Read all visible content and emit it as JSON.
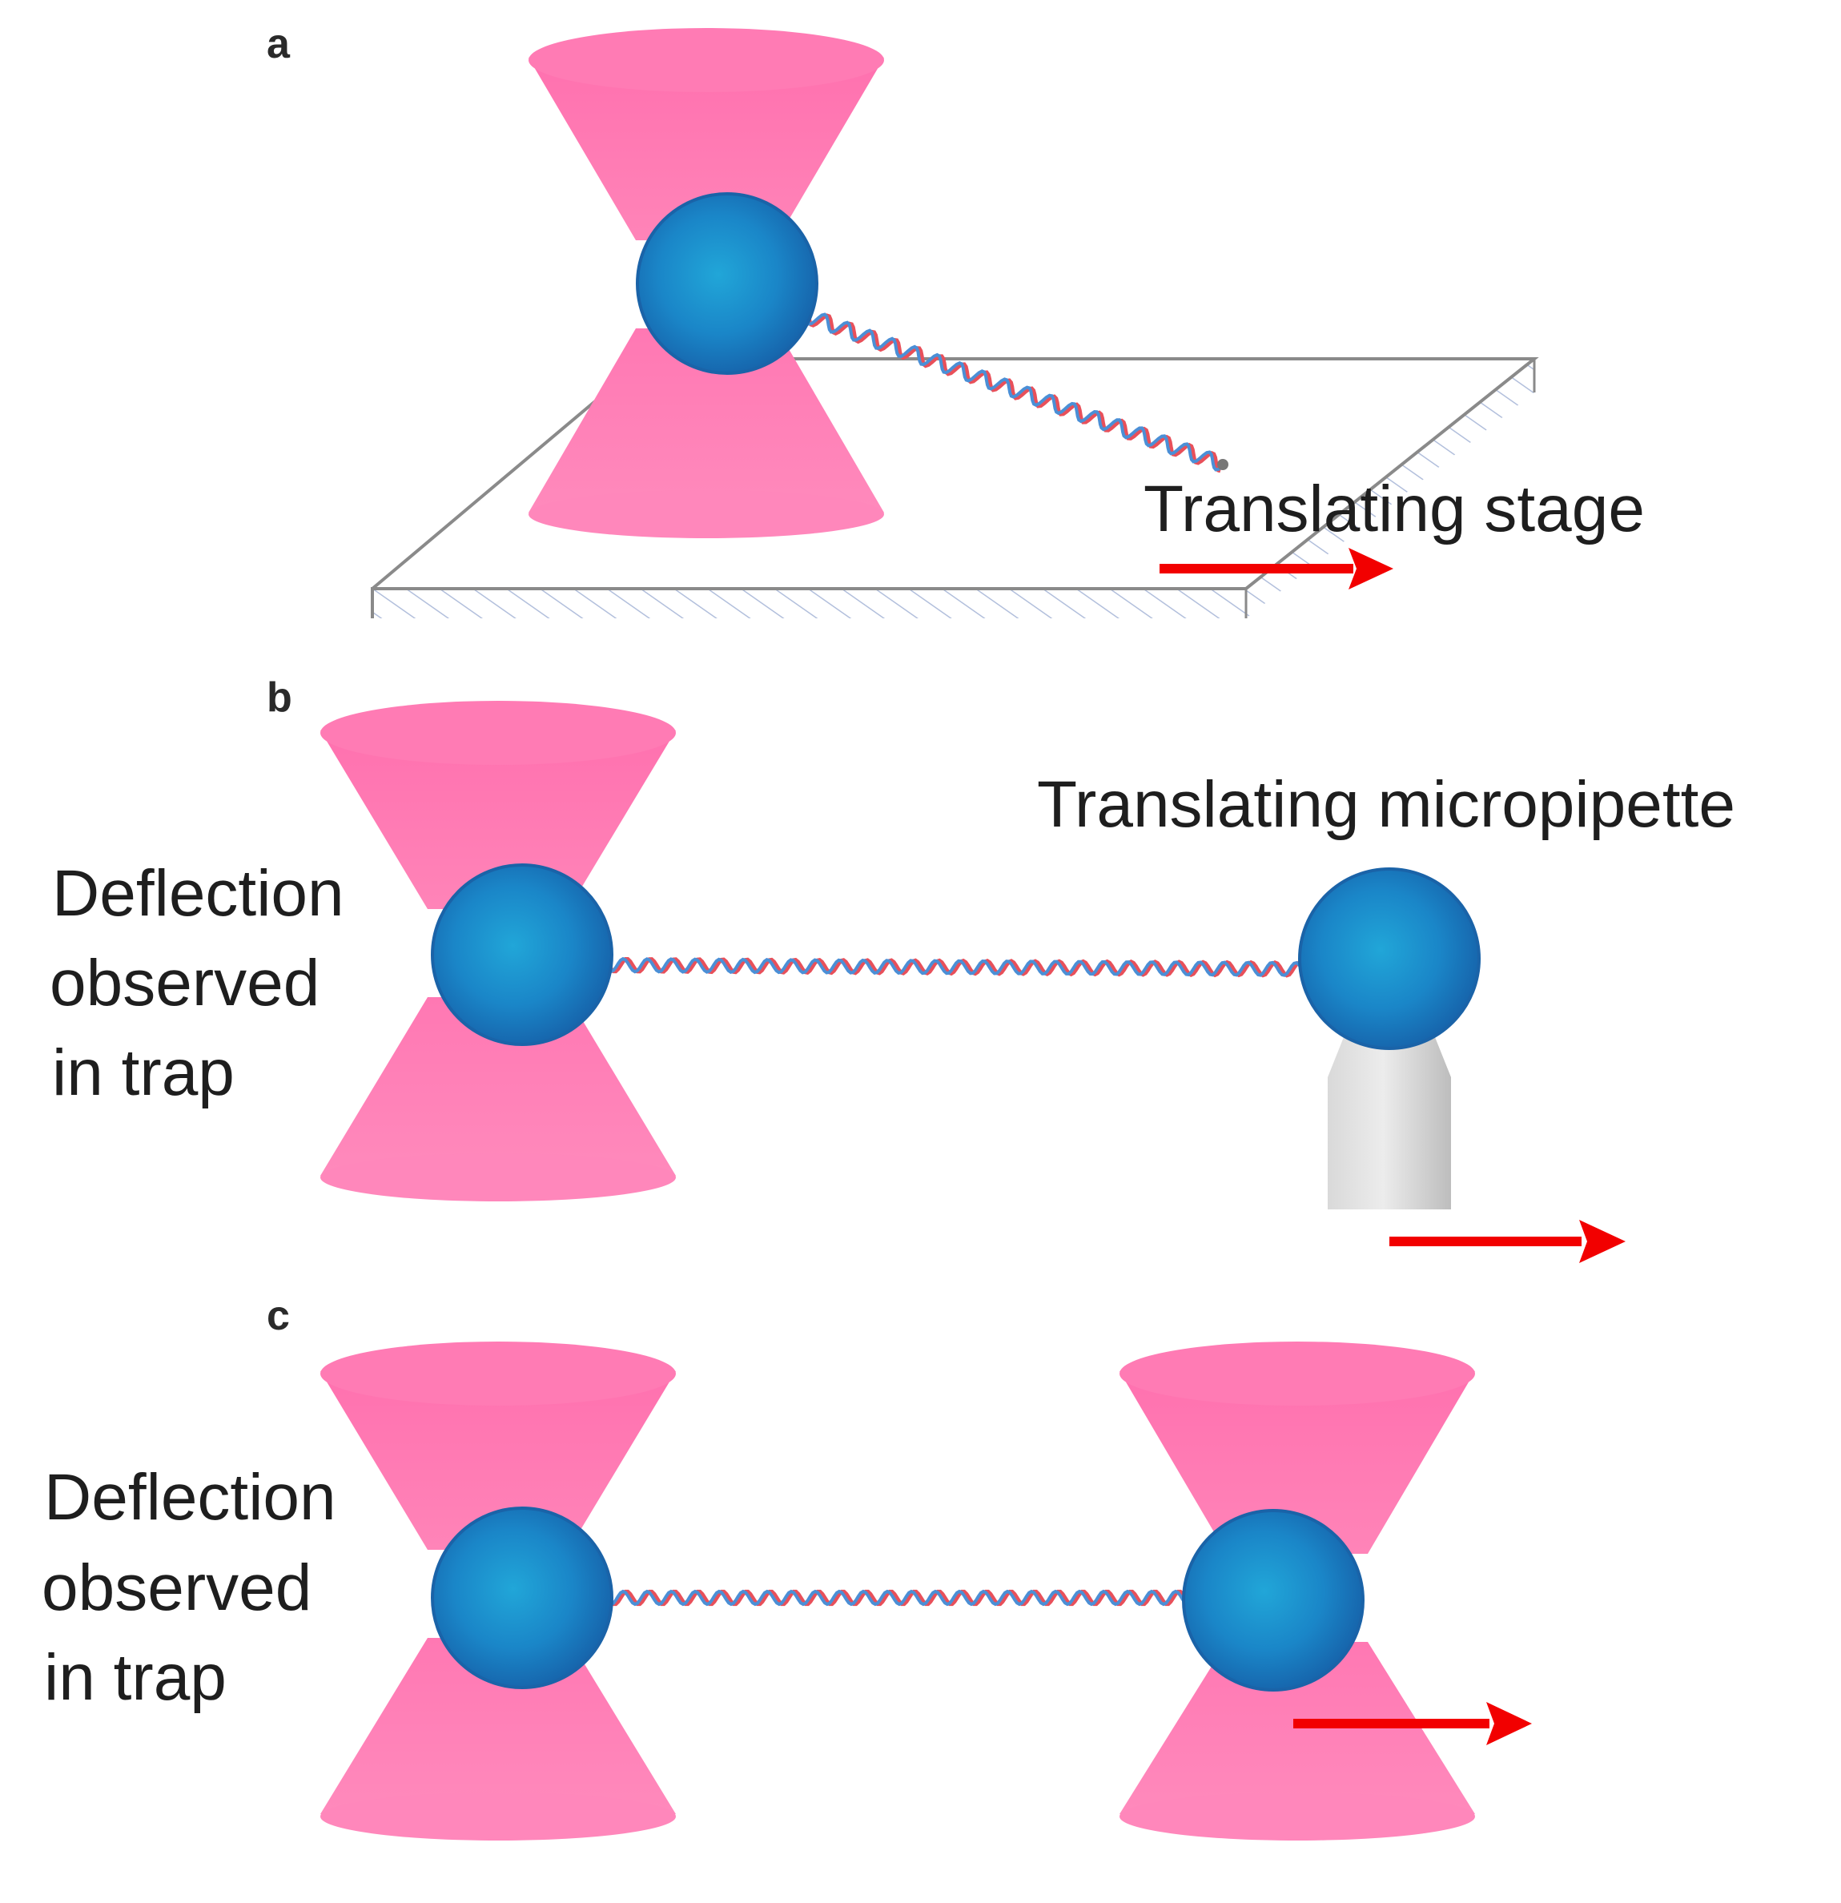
{
  "panels": {
    "a": {
      "letter": "a",
      "label": "Translating stage"
    },
    "b": {
      "letter": "b",
      "label": "Translating micropipette",
      "left_label": [
        "Deflection",
        "observed",
        "in trap"
      ]
    },
    "c": {
      "letter": "c",
      "left_label": [
        "Deflection",
        "observed",
        "in trap"
      ]
    }
  },
  "colors": {
    "beam": "#ff7fb4",
    "bead": "#1f79c2",
    "strand_a": "#e8505a",
    "strand_b": "#4b8fd6",
    "arrow": "#f20000",
    "stage_line": "#888888",
    "pipette": "#cfcfcf"
  }
}
